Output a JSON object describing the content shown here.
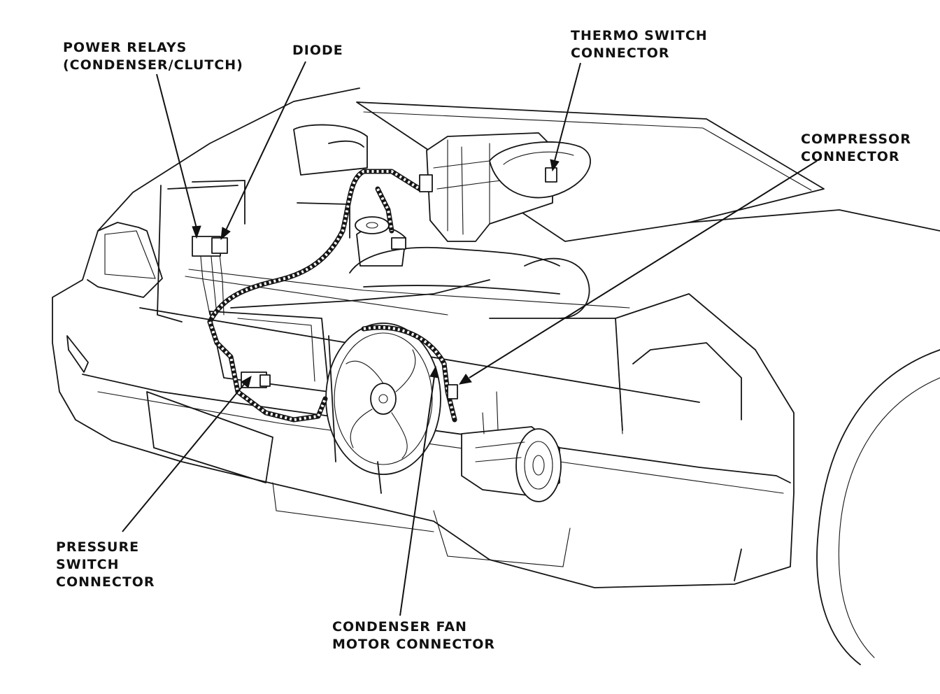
{
  "labels": {
    "power_relays": [
      "POWER RELAYS",
      "(CONDENSER/CLUTCH)"
    ],
    "diode": [
      "DIODE"
    ],
    "thermo_switch": [
      "THERMO SWITCH",
      "CONNECTOR"
    ],
    "compressor": [
      "COMPRESSOR",
      "CONNECTOR"
    ],
    "pressure_switch": [
      "PRESSURE",
      "SWITCH",
      "CONNECTOR"
    ],
    "condenser_fan": [
      "CONDENSER FAN",
      "MOTOR CONNECTOR"
    ]
  }
}
